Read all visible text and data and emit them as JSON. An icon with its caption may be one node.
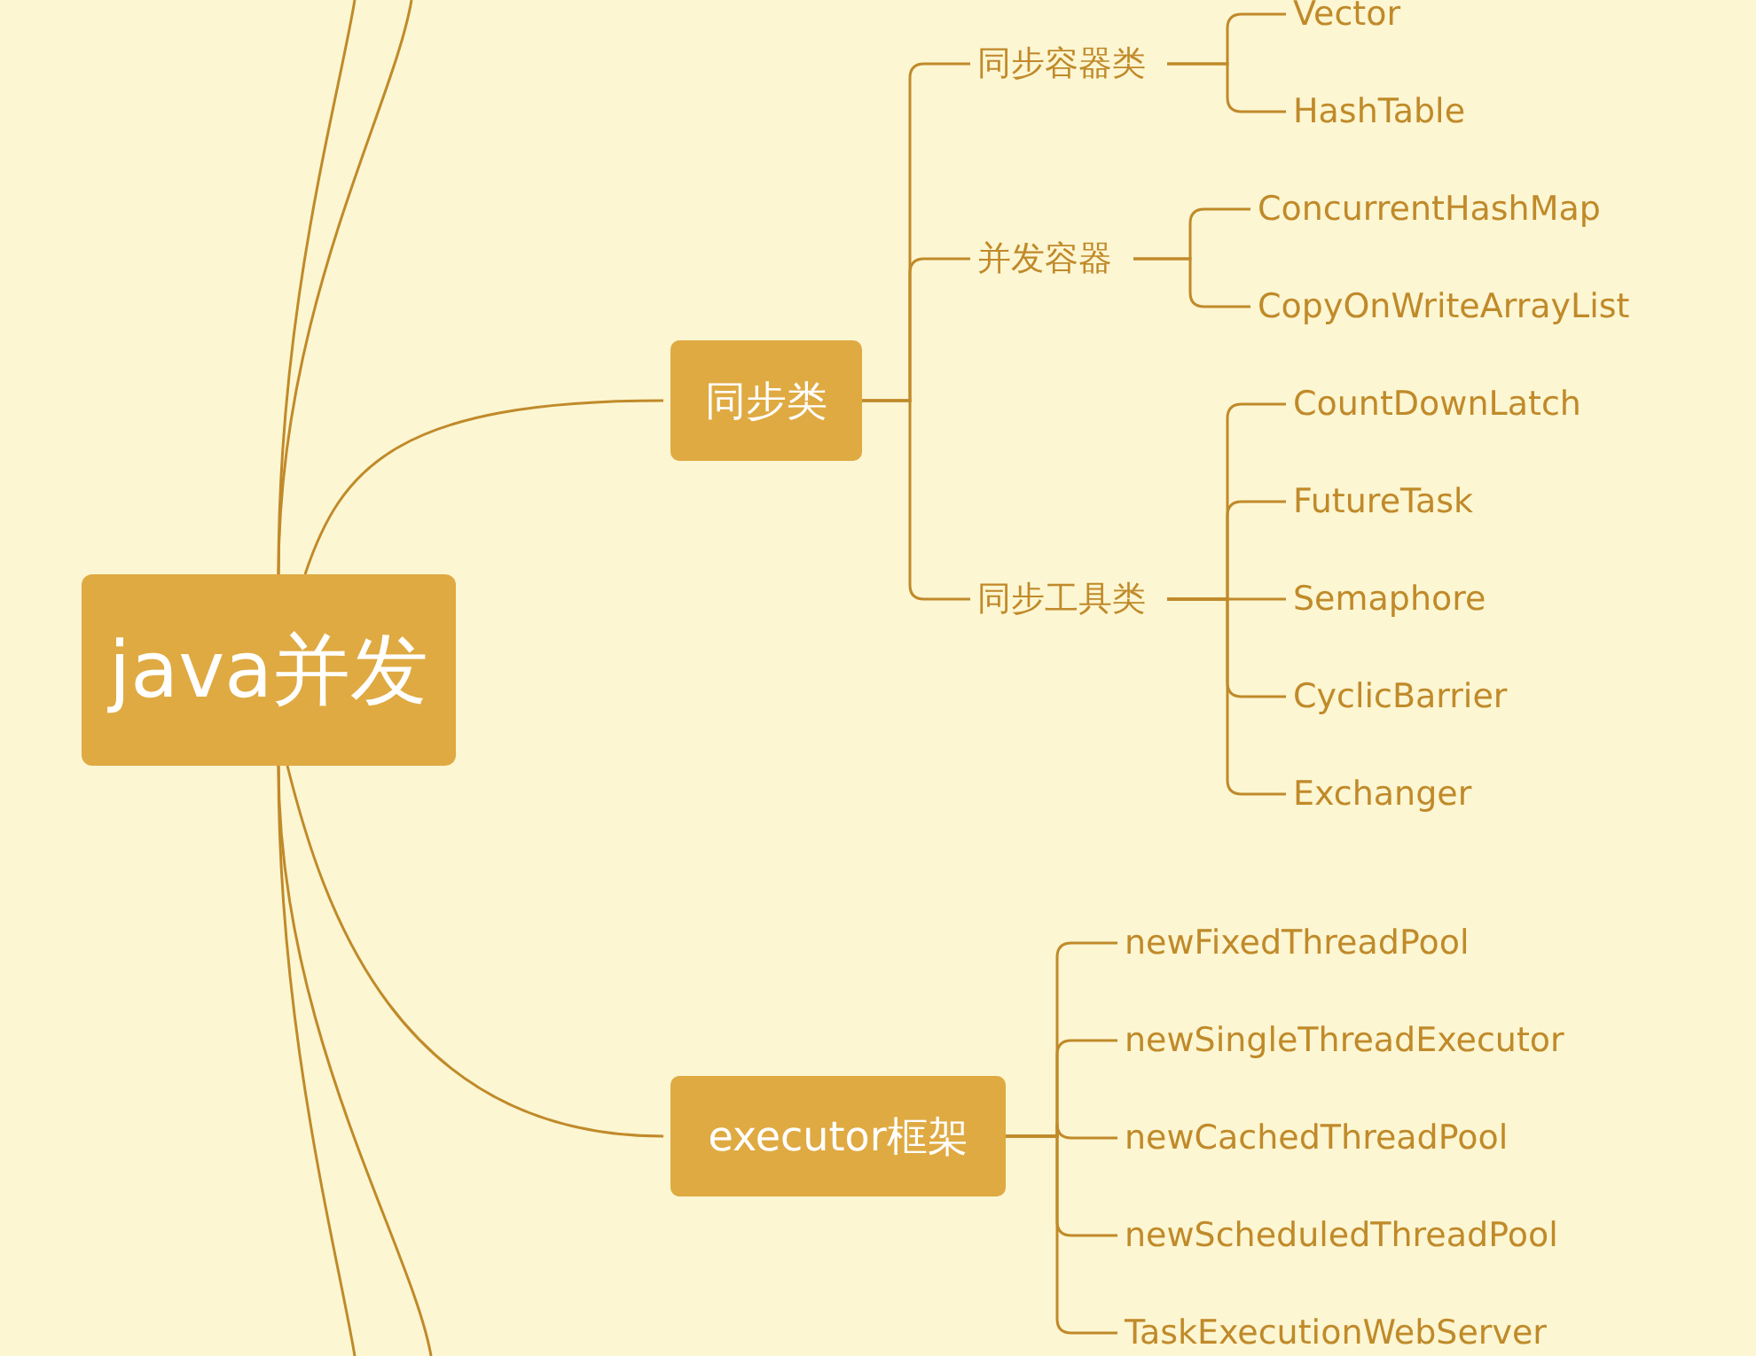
{
  "diagram": {
    "nodes": [
      {
        "text": [
          "java并发"
        ]
      },
      {
        "text": [
          "同步类"
        ]
      },
      {
        "text": [
          "同步容器类"
        ]
      },
      {
        "text": [
          "Vector"
        ]
      },
      {
        "text": [
          "HashTable"
        ]
      },
      {
        "text": [
          "并发容器"
        ]
      },
      {
        "text": [
          "ConcurrentHashMap"
        ]
      },
      {
        "text": [
          "CopyOnWriteArrayList"
        ]
      },
      {
        "text": [
          "同步工具类"
        ]
      },
      {
        "text": [
          "CountDownLatch"
        ]
      },
      {
        "text": [
          "FutureTask"
        ]
      },
      {
        "text": [
          "Semaphore"
        ]
      },
      {
        "text": [
          "CyclicBarrier"
        ]
      },
      {
        "text": [
          "Exchanger"
        ]
      },
      {
        "text": [
          "executor框架"
        ]
      },
      {
        "text": [
          "newFixedThreadPool"
        ]
      },
      {
        "text": [
          "newSingleThreadExecutor"
        ]
      },
      {
        "text": [
          "newCachedThreadPool"
        ]
      },
      {
        "text": [
          "newScheduledThreadPool"
        ]
      },
      {
        "text": [
          "TaskExecutionWebServer"
        ]
      }
    ],
    "edges": [
      {
        "from": 0,
        "to": 1,
        "arrow": "none"
      },
      {
        "from": 0,
        "to": 14,
        "arrow": "none"
      },
      {
        "from": 1,
        "to": 2,
        "arrow": "none"
      },
      {
        "from": 1,
        "to": 5,
        "arrow": "none"
      },
      {
        "from": 1,
        "to": 8,
        "arrow": "none"
      },
      {
        "from": 2,
        "to": 3,
        "arrow": "none"
      },
      {
        "from": 2,
        "to": 4,
        "arrow": "none"
      },
      {
        "from": 5,
        "to": 6,
        "arrow": "none"
      },
      {
        "from": 5,
        "to": 7,
        "arrow": "none"
      },
      {
        "from": 8,
        "to": 9,
        "arrow": "none"
      },
      {
        "from": 8,
        "to": 10,
        "arrow": "none"
      },
      {
        "from": 8,
        "to": 11,
        "arrow": "none"
      },
      {
        "from": 8,
        "to": 12,
        "arrow": "none"
      },
      {
        "from": 8,
        "to": 13,
        "arrow": "none"
      },
      {
        "from": 14,
        "to": 15,
        "arrow": "none"
      },
      {
        "from": 14,
        "to": 16,
        "arrow": "none"
      },
      {
        "from": 14,
        "to": 17,
        "arrow": "none"
      },
      {
        "from": 14,
        "to": 18,
        "arrow": "none"
      },
      {
        "from": 14,
        "to": 19,
        "arrow": "none"
      },
      {
        "from": 0,
        "to": null,
        "arrow": "none"
      },
      {
        "from": 0,
        "to": null,
        "arrow": "none"
      },
      {
        "from": 0,
        "to": null,
        "arrow": "none"
      },
      {
        "from": 0,
        "to": null,
        "arrow": "none"
      }
    ]
  }
}
